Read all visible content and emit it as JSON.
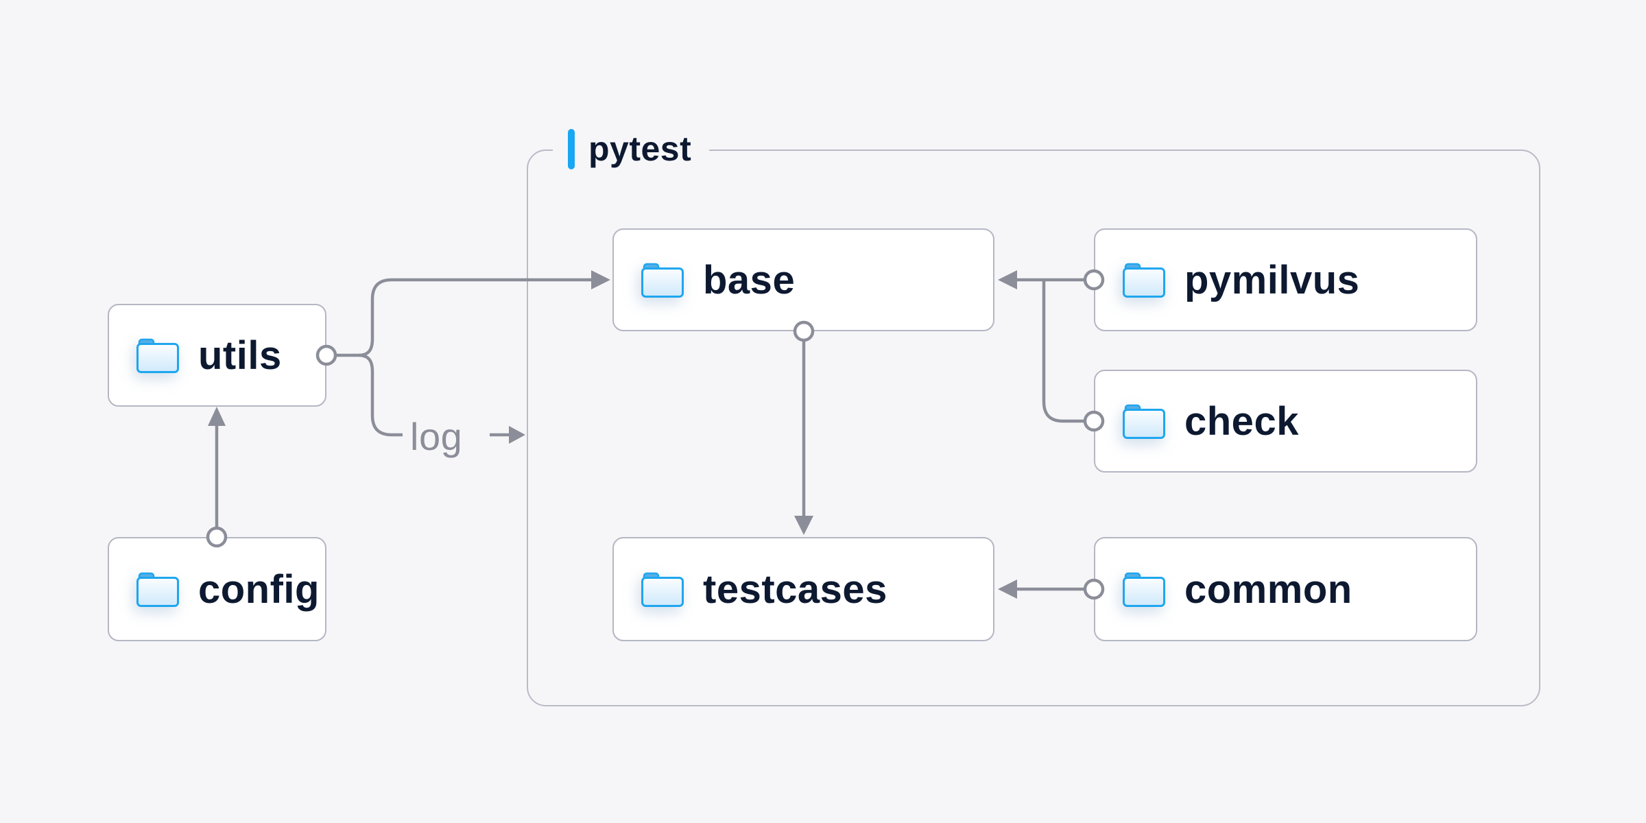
{
  "group": {
    "label": "pytest"
  },
  "nodes": {
    "utils": {
      "label": "utils"
    },
    "config": {
      "label": "config"
    },
    "base": {
      "label": "base"
    },
    "pymilvus": {
      "label": "pymilvus"
    },
    "check": {
      "label": "check"
    },
    "testcases": {
      "label": "testcases"
    },
    "common": {
      "label": "common"
    }
  },
  "edges": {
    "log_label": "log",
    "relations": [
      {
        "from": "config",
        "to": "utils"
      },
      {
        "from": "utils",
        "to": "base"
      },
      {
        "from": "utils",
        "to": "log",
        "label": "log"
      },
      {
        "from": "pymilvus",
        "to": "base"
      },
      {
        "from": "check",
        "to": "base"
      },
      {
        "from": "base",
        "to": "testcases"
      },
      {
        "from": "common",
        "to": "testcases"
      }
    ]
  },
  "colors": {
    "background": "#f6f6f8",
    "node_fill": "#ffffff",
    "node_border": "#b4b6c3",
    "group_border": "#b9bbc7",
    "connector": "#8b8e99",
    "text": "#0d1930",
    "accent_blue": "#17a7f3",
    "folder_border": "#1ea6ef",
    "folder_tab": "#58aee5"
  }
}
